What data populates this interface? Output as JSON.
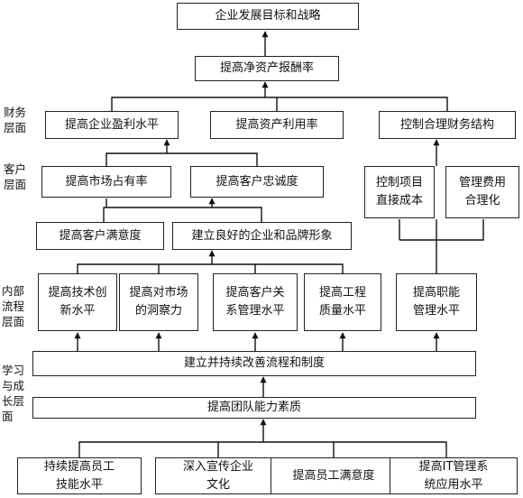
{
  "levels": {
    "finance": "财务\n层面",
    "customer": "客户\n层面",
    "internal": "内部\n流程\n层面",
    "learning": "学习\n与成\n长层\n面"
  },
  "nodes": {
    "goal": "企业发展目标和战略",
    "roe": "提高净资产报酬率",
    "profit": "提高企业盈利水平",
    "asset_use": "提高资产利用率",
    "fin_struct": "控制合理财务结构",
    "market_share": "提高市场占有率",
    "loyalty": "提高客户忠诚度",
    "direct_cost": "控制项目\n直接成本",
    "mgmt_cost": "管理费用\n合理化",
    "satisfaction": "提高客户满意度",
    "brand": "建立良好的企业和品牌形象",
    "innovation": "提高技术创\n新水平",
    "insight": "提高对市场\n的洞察力",
    "crm": "提高客户关\n系管理水平",
    "quality": "提高工程\n质量水平",
    "function_mgmt": "提高职能\n管理水平",
    "process": "建立并持续改善流程和制度",
    "team": "提高团队能力素质",
    "staff_skill": "持续提高员工\n技能水平",
    "culture": "深入宣传企业\n文化",
    "staff_satisfaction": "提高员工满意度",
    "it": "提高IT管理系\n统应用水平"
  }
}
